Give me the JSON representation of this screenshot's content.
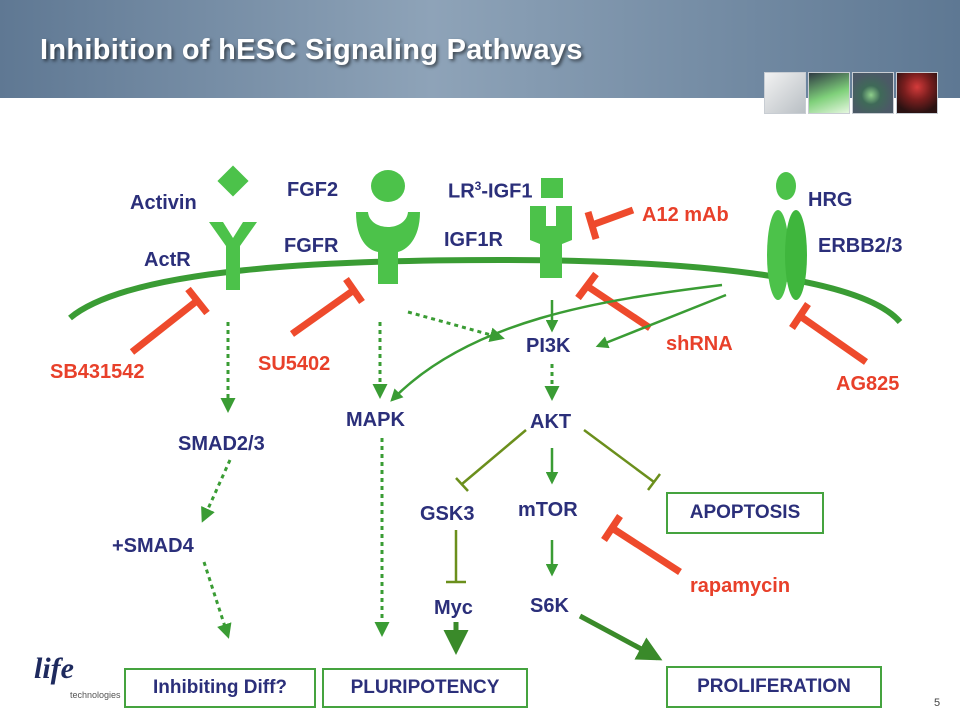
{
  "slide": {
    "title": "Inhibition of hESC Signaling Pathways",
    "page_number": "5"
  },
  "logo": {
    "word": "life",
    "sub": "technologies"
  },
  "ligands": {
    "activin": "Activin",
    "fgf2": "FGF2",
    "lr3_igf1_prefix": "LR",
    "lr3_igf1_sup": "3",
    "lr3_igf1_suffix": "-IGF1",
    "hrg": "HRG"
  },
  "receptors": {
    "actr": "ActR",
    "fgfr": "FGFR",
    "igf1r": "IGF1R",
    "erbb2_3": "ERBB2/3"
  },
  "inhibitors": {
    "sb431542": "SB431542",
    "su5402": "SU5402",
    "a12_mab": "A12 mAb",
    "shrna": "shRNA",
    "ag825": "AG825",
    "rapamycin": "rapamycin"
  },
  "nodes": {
    "pi3k": "PI3K",
    "mapk": "MAPK",
    "akt": "AKT",
    "smad2_3": "SMAD2/3",
    "smad4": "+SMAD4",
    "gsk3": "GSK3",
    "mtor": "mTOR",
    "myc": "Myc",
    "s6k": "S6K"
  },
  "outcomes": {
    "apoptosis": "APOPTOSIS",
    "inhibiting_diff": "Inhibiting Diff?",
    "pluripotency": "PLURIPOTENCY",
    "proliferation": "PROLIFERATION"
  },
  "colors": {
    "membrane_green": "#3a9c34",
    "receptor_green": "#4cc24a",
    "inhibitor_red": "#ee4a2c",
    "olive_green": "#6b8f1c",
    "label_navy": "#2b2f7a",
    "header_blue": "#6e86a0"
  }
}
